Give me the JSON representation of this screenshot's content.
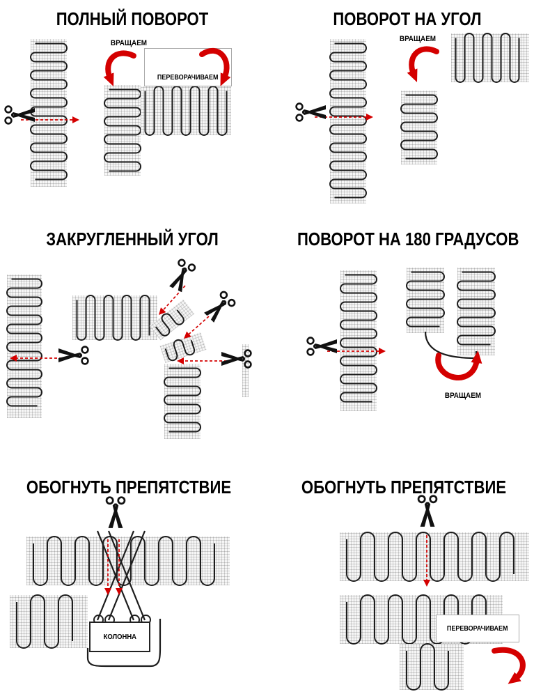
{
  "colors": {
    "accent_red": "#d40000",
    "cable_black": "#1c1c1c",
    "background": "#ffffff"
  },
  "panels": {
    "full_turn": {
      "title": "ПОЛНЫЙ ПОВОРОТ",
      "rotate_label": "ВРАЩАЕМ",
      "flip_label": "ПЕРЕВОРАЧИВАЕМ"
    },
    "corner_turn": {
      "title": "ПОВОРОТ НА УГОЛ",
      "rotate_label": "ВРАЩАЕМ"
    },
    "rounded_corner": {
      "title": "ЗАКРУГЛЕННЫЙ УГОЛ"
    },
    "turn_180": {
      "title": "ПОВОРОТ НА 180 ГРАДУСОВ",
      "rotate_label": "ВРАЩАЕМ"
    },
    "obstacle_left": {
      "title": "ОБОГНУТЬ ПРЕПЯТСТВИЕ",
      "column_label": "КОЛОННА"
    },
    "obstacle_right": {
      "title": "ОБОГНУТЬ ПРЕПЯТСТВИЕ",
      "flip_label": "ПЕРЕВОРАЧИВАЕМ"
    }
  }
}
